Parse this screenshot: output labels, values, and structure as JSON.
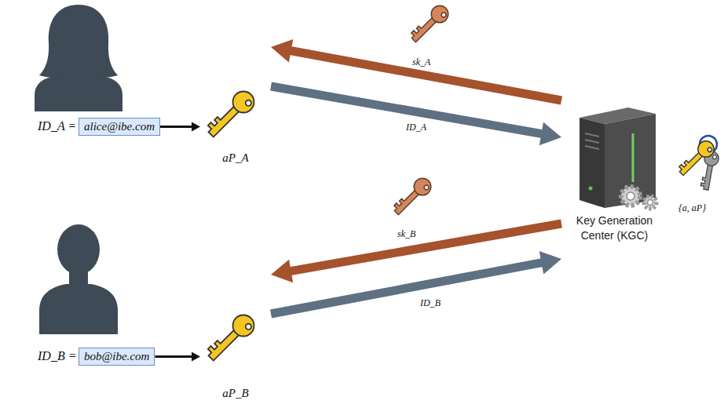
{
  "diagram": {
    "nodes": [
      {
        "text": [
          "alice@ibe.com"
        ]
      },
      {
        "text": [
          "aP_A"
        ]
      },
      {
        "text": [
          "Key Generation Center (KGC)"
        ]
      },
      {
        "text": [
          "bob@ibe.com"
        ]
      },
      {
        "text": [
          "aP_B"
        ]
      }
    ],
    "edges": [
      {
        "from": 0,
        "to": 1,
        "arrow": "to"
      },
      {
        "from": 1,
        "to": 2,
        "label": "ID_A",
        "arrow": "to"
      },
      {
        "from": 2,
        "to": 1,
        "label": "sk_A",
        "arrow": "to"
      },
      {
        "from": 3,
        "to": 4,
        "arrow": "to"
      },
      {
        "from": 4,
        "to": 2,
        "label": "ID_B",
        "arrow": "to"
      },
      {
        "from": 2,
        "to": 4,
        "label": "sk_B",
        "arrow": "to"
      }
    ],
    "labels": [
      "ID_A =",
      "ID_B =",
      "{a, aP}"
    ]
  }
}
